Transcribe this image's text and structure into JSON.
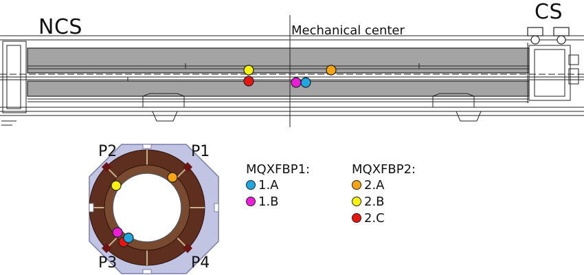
{
  "labels": {
    "ncs": "NCS",
    "cs": "CS",
    "mechanical_center": "Mechanical center"
  },
  "cross_section": {
    "p1": "P1",
    "p2": "P2",
    "p3": "P3",
    "p4": "P4"
  },
  "legend": {
    "group1": {
      "title": "MQXFBP1:",
      "items": [
        {
          "label": "1.A",
          "color": "#1ea7e0"
        },
        {
          "label": "1.B",
          "color": "#ee1bd8"
        }
      ]
    },
    "group2": {
      "title": "MQXFBP2:",
      "items": [
        {
          "label": "2.A",
          "color": "#f5a50f"
        },
        {
          "label": "2.B",
          "color": "#f6f20c"
        },
        {
          "label": "2.C",
          "color": "#e8150f"
        }
      ]
    }
  },
  "colors": {
    "magnet_gray": "#a4a4a4",
    "yoke_lavender": "#c2c4e4",
    "coil_brown": "#5e2e1e",
    "line": "#222222"
  }
}
